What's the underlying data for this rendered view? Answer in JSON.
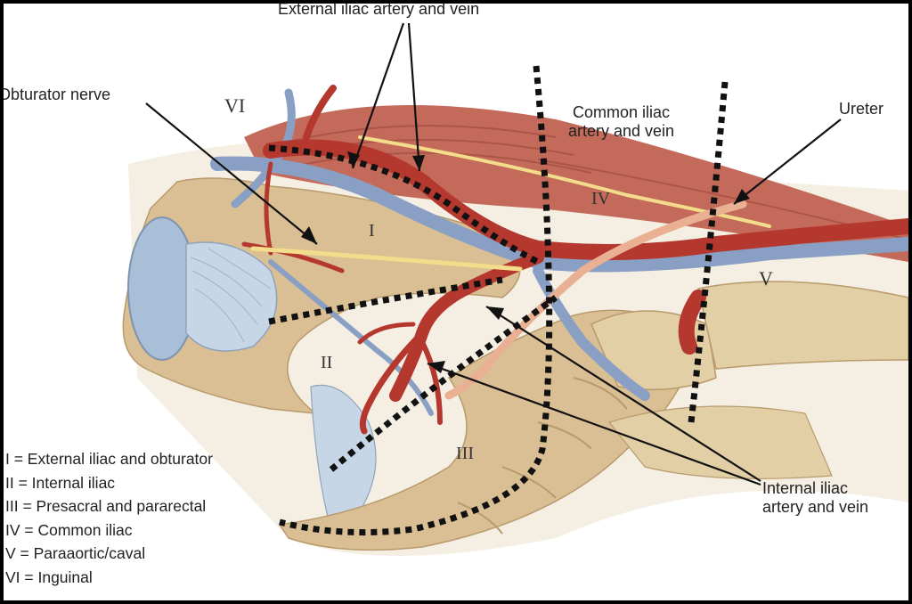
{
  "labels": {
    "external_iliac": "External iliac artery and vein",
    "obturator_nerve": "Obturator nerve",
    "common_iliac": "Common iliac artery and vein",
    "common_iliac_line1": "Common iliac",
    "common_iliac_line2": "artery and vein",
    "ureter": "Ureter",
    "internal_iliac_line1": "Internal iliac",
    "internal_iliac_line2": "artery and vein"
  },
  "regions": {
    "I": "I",
    "II": "II",
    "III": "III",
    "IV": "IV",
    "V": "V",
    "VI": "VI"
  },
  "legend": [
    "I = External iliac and obturator",
    "II = Internal iliac",
    "III = Presacral and pararectal",
    "IV = Common iliac",
    "V = Paraaortic/caval",
    "VI = Inguinal"
  ],
  "colors": {
    "bone": "#d9bf93",
    "artery": "#b5382f",
    "vein": "#8a9fc4",
    "muscle": "#c46a5a",
    "nerve": "#f3dc8a",
    "ureter": "#eab093",
    "ligament": "#c7d6e6"
  }
}
